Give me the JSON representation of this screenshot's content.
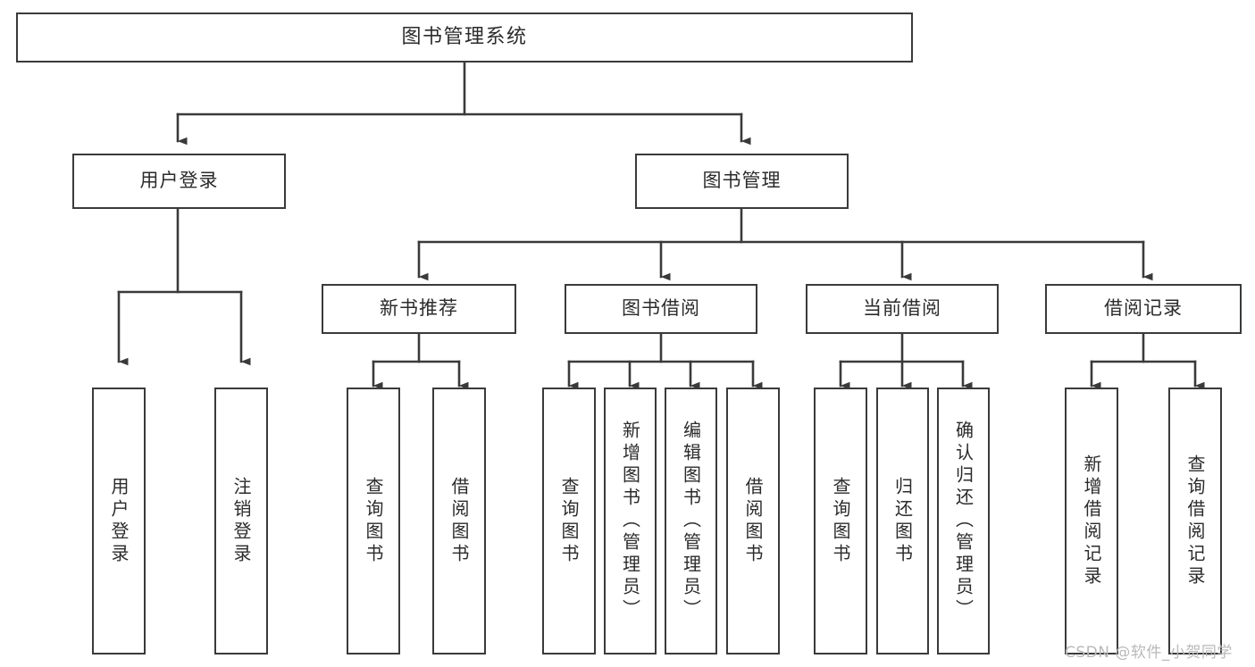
{
  "diagram": {
    "title": "图书管理系统",
    "type": "tree-hierarchy-chart",
    "style": {
      "background": "#ffffff",
      "stroke": "#3a3a3a",
      "text": "#2b2b2b",
      "watermark": "#b9b9b9"
    },
    "nodes": {
      "root": {
        "label": "图书管理系统"
      },
      "level2": [
        {
          "label": "用户登录"
        },
        {
          "label": "图书管理"
        }
      ],
      "level3": [
        {
          "label": "新书推荐"
        },
        {
          "label": "图书借阅"
        },
        {
          "label": "当前借阅"
        },
        {
          "label": "借阅记录"
        }
      ],
      "leaves": {
        "user_login": [
          {
            "label": "用户登录"
          },
          {
            "label": "注销登录"
          }
        ],
        "new_book_recommend": [
          {
            "label": "查询图书"
          },
          {
            "label": "借阅图书"
          }
        ],
        "book_borrow": [
          {
            "label": "查询图书"
          },
          {
            "label": "新增图书（管理员）"
          },
          {
            "label": "编辑图书（管理员）"
          },
          {
            "label": "借阅图书"
          }
        ],
        "current_borrow": [
          {
            "label": "查询图书"
          },
          {
            "label": "归还图书"
          },
          {
            "label": "确认归还（管理员）"
          }
        ],
        "borrow_record": [
          {
            "label": "新增借阅记录"
          },
          {
            "label": "查询借阅记录"
          }
        ]
      }
    },
    "watermark": "CSDN @软件_小贺同学"
  }
}
